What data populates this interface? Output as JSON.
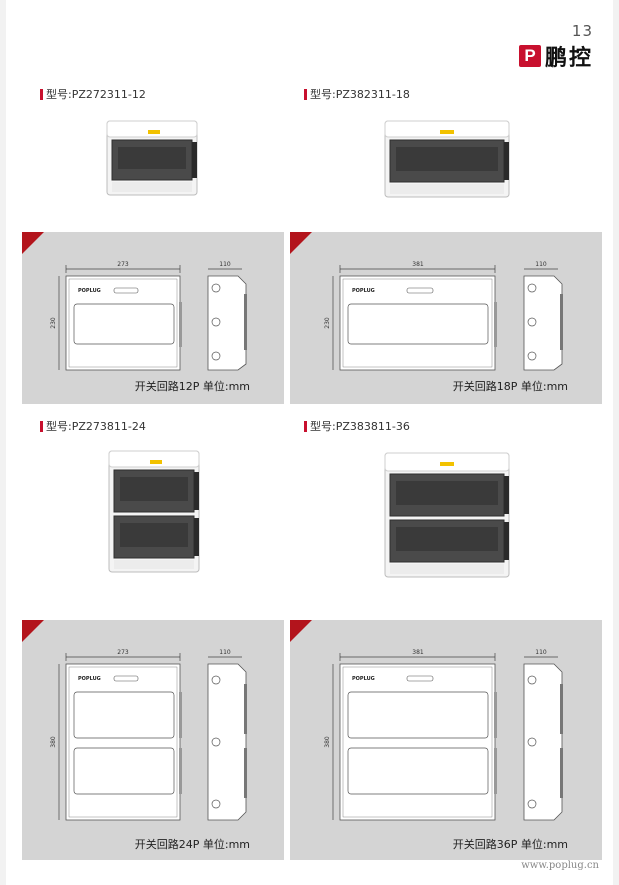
{
  "page_number": "13",
  "brand": {
    "logo_letter": "P",
    "name": "鹏控"
  },
  "model_prefix": "型号:",
  "products": [
    {
      "model": "PZ272311-12",
      "dim_width": "273",
      "dim_height": "230",
      "dim_depth": "110",
      "logo": "POPLUG",
      "caption": "开关回路12P 单位:mm"
    },
    {
      "model": "PZ382311-18",
      "dim_width": "381",
      "dim_height": "230",
      "dim_depth": "110",
      "logo": "POPLUG",
      "caption": "开关回路18P 单位:mm"
    },
    {
      "model": "PZ273811-24",
      "dim_width": "273",
      "dim_height": "380",
      "dim_depth": "110",
      "logo": "POPLUG",
      "caption": "开关回路24P 单位:mm"
    },
    {
      "model": "PZ383811-36",
      "dim_width": "381",
      "dim_height": "380",
      "dim_depth": "110",
      "logo": "POPLUG",
      "caption": "开关回路36P 单位:mm"
    }
  ],
  "watermark": "www.poplug.cn",
  "colors": {
    "accent": "#c8102e",
    "panel": "#d4d4d4",
    "corner": "#b3141c"
  }
}
